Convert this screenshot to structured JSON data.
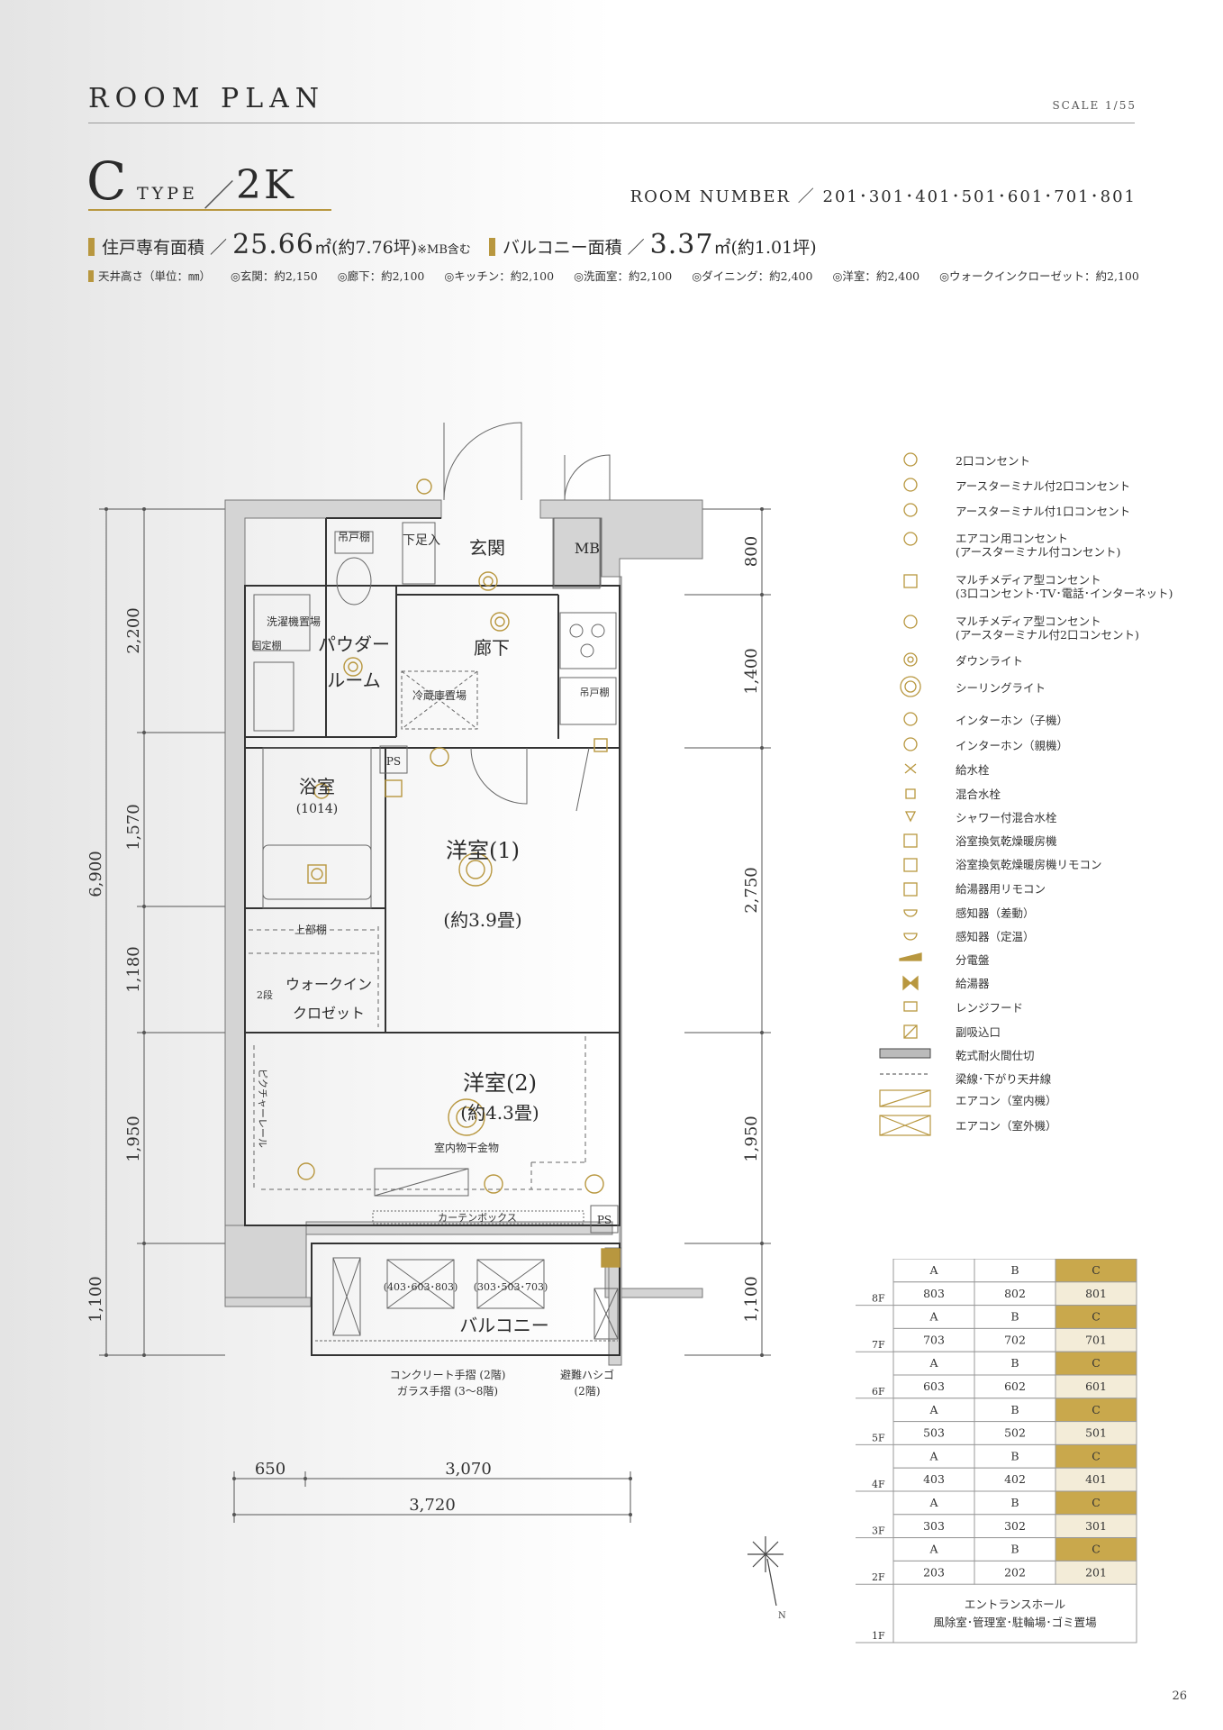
{
  "header": {
    "title": "ROOM PLAN",
    "scale": "SCALE 1/55"
  },
  "type": {
    "letter": "C",
    "word": "TYPE",
    "slash": "／",
    "layout": "2K"
  },
  "room_number": "ROOM NUMBER ／ 201･301･401･501･601･701･801",
  "area": {
    "dwelling_label": "住戸専有面積 ／",
    "dwelling_value": "25.66",
    "dwelling_unit": "㎡",
    "dwelling_tsubo": "(約7.76坪)",
    "dwelling_note": "※MB含む",
    "balcony_label": "バルコニー面積 ／",
    "balcony_value": "3.37",
    "balcony_unit": "㎡",
    "balcony_tsubo": "(約1.01坪)"
  },
  "ceiling": {
    "label": "天井高さ（単位：㎜）",
    "items": [
      "◎玄関：約2,150",
      "◎廊下：約2,100",
      "◎キッチン：約2,100",
      "◎洗面室：約2,100",
      "◎ダイニング：約2,400",
      "◎洋室：約2,400",
      "◎ウォークインクローゼット：約2,100"
    ]
  },
  "plan": {
    "rooms": {
      "genkan": "玄関",
      "rouka": "廊下",
      "powder1": "パウダー",
      "powder2": "ルーム",
      "yokushitsu": "浴室",
      "yokushitsu_size": "(1014)",
      "yoshitsu1": "洋室(1)",
      "yoshitsu1_size": "(約3.9畳)",
      "yoshitsu2": "洋室(2)",
      "yoshitsu2_size": "(約4.3畳)",
      "walkin1": "ウォークイン",
      "walkin2": "クロゼット",
      "balcony": "バルコニー",
      "mb": "MB",
      "ps": "PS"
    },
    "labels": {
      "getabako": "下足入",
      "tsurito1": "吊戸棚",
      "sentakuki": "洗濯機置場",
      "kotei": "固定棚",
      "reizoko": "冷蔵庫置場",
      "tsurito2": "吊戸棚",
      "jobudana": "上部棚",
      "nidan": "2段",
      "picture": "ピクチャーレール",
      "hoshi": "室内物干金物",
      "curtain": "カーテンボックス",
      "ac1": "(403･603･803)",
      "ac2": "(303･503･703)",
      "tesuri1": "コンクリート手摺 (2階)",
      "tesuri2": "ガラス手摺 (3～8階)",
      "hashigo1": "避難ハシゴ",
      "hashigo2": "(2階)"
    },
    "dims_left": {
      "total": "6,900",
      "d1": "2,200",
      "d2": "1,570",
      "d3": "1,180",
      "d4": "1,950",
      "d5": "1,100"
    },
    "dims_right": {
      "d1": "800",
      "d2": "1,400",
      "d3": "2,750",
      "d4": "1,950",
      "d5": "1,100"
    },
    "dims_bottom": {
      "d1": "650",
      "d2": "3,070",
      "total": "3,720"
    },
    "compass": "N"
  },
  "legend": [
    {
      "icon": "outlet-2",
      "text": "2口コンセント"
    },
    {
      "icon": "outlet-earth-2",
      "text": "アースターミナル付2口コンセント"
    },
    {
      "icon": "outlet-earth-1",
      "text": "アースターミナル付1口コンセント"
    },
    {
      "icon": "ac-outlet",
      "text": "エアコン用コンセント",
      "sub": "(アースターミナル付コンセント)"
    },
    {
      "icon": "multimedia-3",
      "text": "マルチメディア型コンセント",
      "sub": "(3口コンセント･TV･電話･インターネット)"
    },
    {
      "icon": "multimedia-2",
      "text": "マルチメディア型コンセント",
      "sub": "(アースターミナル付2口コンセント)"
    },
    {
      "icon": "downlight",
      "text": "ダウンライト"
    },
    {
      "icon": "ceiling-light",
      "text": "シーリングライト"
    },
    {
      "icon": "intercom-child",
      "text": "インターホン（子機）"
    },
    {
      "icon": "intercom-parent",
      "text": "インターホン（親機）"
    },
    {
      "icon": "water-tap",
      "text": "給水栓"
    },
    {
      "icon": "mixing-tap",
      "text": "混合水栓"
    },
    {
      "icon": "shower-tap",
      "text": "シャワー付混合水栓"
    },
    {
      "icon": "bath-dryer",
      "text": "浴室換気乾燥暖房機"
    },
    {
      "icon": "bath-dryer-remote",
      "text": "浴室換気乾燥暖房機リモコン"
    },
    {
      "icon": "water-heater-remote",
      "text": "給湯器用リモコン"
    },
    {
      "icon": "sensor-diff",
      "text": "感知器（差動）"
    },
    {
      "icon": "sensor-fixed",
      "text": "感知器（定温）"
    },
    {
      "icon": "panel",
      "text": "分電盤"
    },
    {
      "icon": "water-heater",
      "text": "給湯器"
    },
    {
      "icon": "range-hood",
      "text": "レンジフード"
    },
    {
      "icon": "vent",
      "text": "副吸込口"
    },
    {
      "icon": "fire-partition",
      "text": "乾式耐火間仕切"
    },
    {
      "icon": "beam-line",
      "text": "梁線･下がり天井線"
    },
    {
      "icon": "ac-indoor",
      "text": "エアコン（室内機）"
    },
    {
      "icon": "ac-outdoor",
      "text": "エアコン（室外機）"
    }
  ],
  "floors": [
    {
      "floor": "8F",
      "units": [
        "803",
        "802",
        "801"
      ]
    },
    {
      "floor": "7F",
      "units": [
        "703",
        "702",
        "701"
      ]
    },
    {
      "floor": "6F",
      "units": [
        "603",
        "602",
        "601"
      ]
    },
    {
      "floor": "5F",
      "units": [
        "503",
        "502",
        "501"
      ]
    },
    {
      "floor": "4F",
      "units": [
        "403",
        "402",
        "401"
      ]
    },
    {
      "floor": "3F",
      "units": [
        "303",
        "302",
        "301"
      ]
    },
    {
      "floor": "2F",
      "units": [
        "203",
        "202",
        "201"
      ]
    }
  ],
  "floor_headers": [
    "A",
    "B",
    "C"
  ],
  "floor_1f": {
    "floor": "1F",
    "line1": "エントランスホール",
    "line2": "風除室･管理室･駐輪場･ゴミ置場"
  },
  "colors": {
    "gold": "#b8973f",
    "highlight": "#c9a84c",
    "highlight_light": "#f3ecd8"
  },
  "page_number": "26"
}
